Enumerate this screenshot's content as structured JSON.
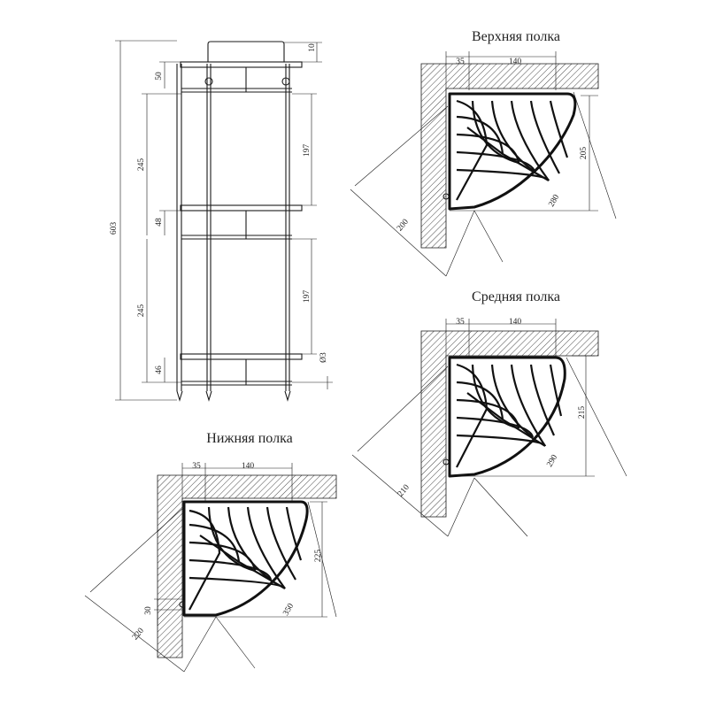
{
  "titles": {
    "top": "Верхняя полка",
    "middle": "Средняя полка",
    "bottom": "Нижняя полка"
  },
  "elevation": {
    "overall_height": "603",
    "top_clearance": "10",
    "top_shelf": "50",
    "gap_upper": "245",
    "inner_upper": "197",
    "mid_shelf": "48",
    "gap_lower": "245",
    "inner_lower": "197",
    "bottom_shelf": "46",
    "foot": "Ø3"
  },
  "top_shelf": {
    "offset": "35",
    "width": "140",
    "depth": "205",
    "diagonal": "280",
    "side": "200"
  },
  "middle_shelf": {
    "offset": "35",
    "width": "140",
    "depth": "215",
    "diagonal": "290",
    "side": "210"
  },
  "bottom_shelf": {
    "offset": "35",
    "width": "140",
    "depth": "225",
    "diagonal": "350",
    "side": "220",
    "bracket": "30"
  }
}
